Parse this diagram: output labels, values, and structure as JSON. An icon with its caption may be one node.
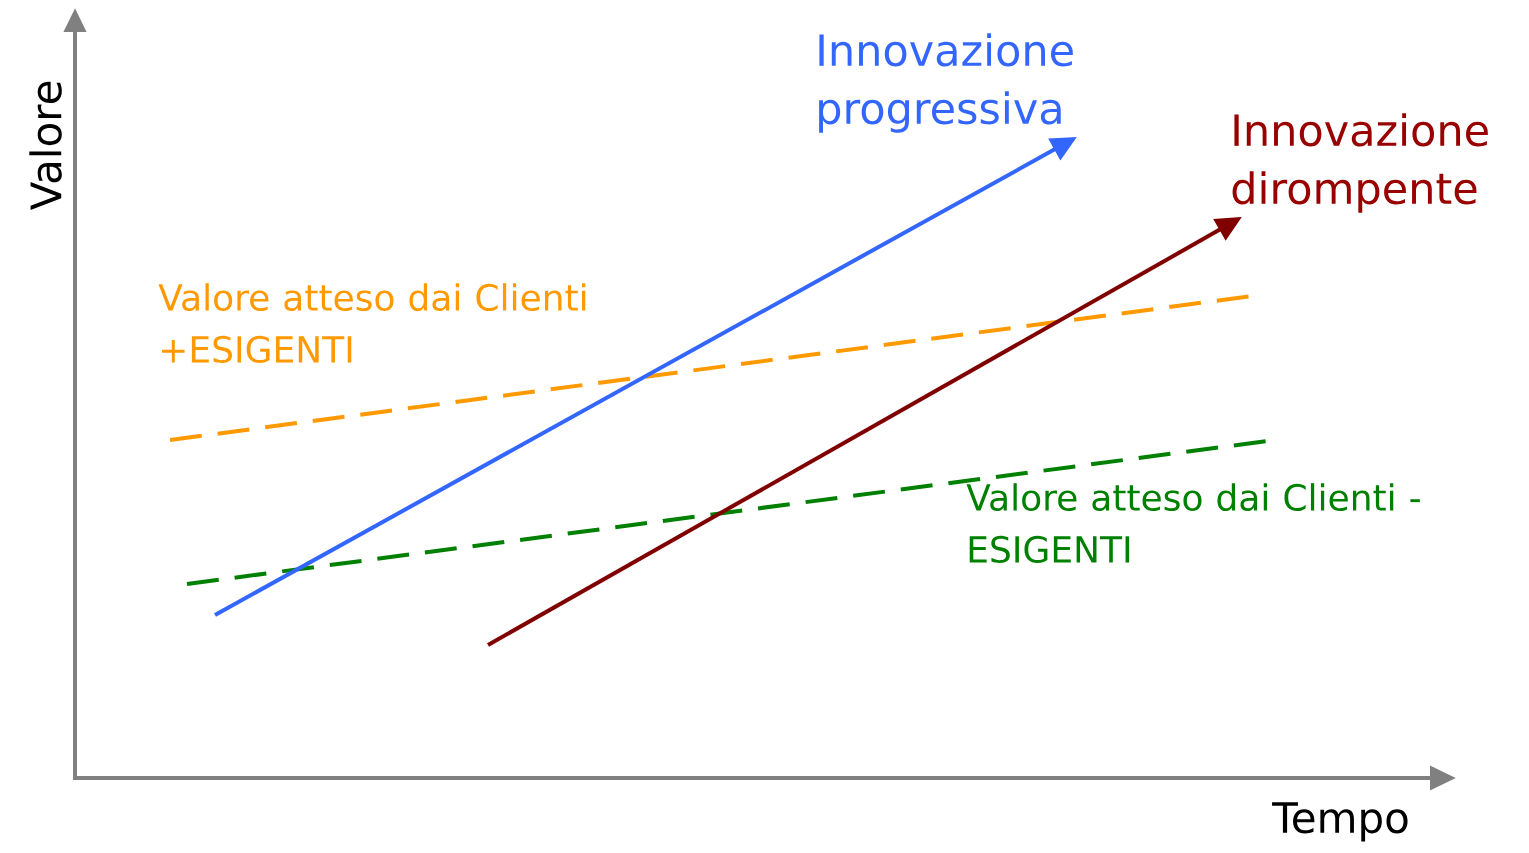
{
  "diagram": {
    "nodes": [
      {
        "text": [
          "Innovazione progressiva"
        ]
      },
      {
        "text": [
          "Innovazione dirompente"
        ]
      }
    ],
    "edges": [
      {
        "from": null,
        "to": 0,
        "arrow": "to",
        "color": "#3366ff"
      },
      {
        "from": null,
        "to": 1,
        "arrow": "to",
        "color": "#800000"
      }
    ],
    "labels": [
      "Valore",
      "Valore atteso dai Clienti +ESIGENTI",
      "Valore atteso dai Clienti -ESIGENTI",
      "Tempo"
    ]
  }
}
